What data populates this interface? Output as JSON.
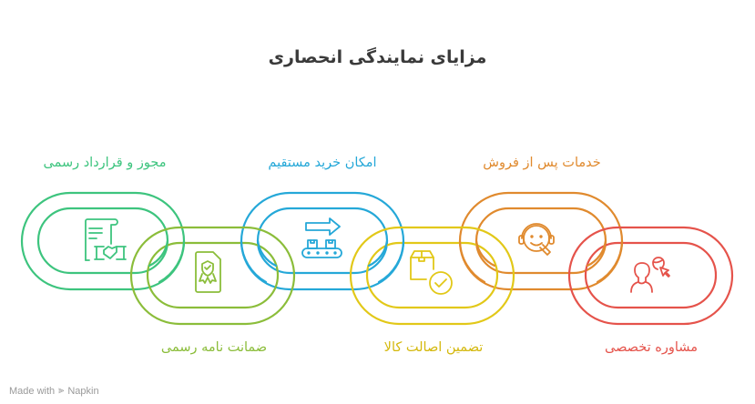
{
  "title": "مزایای نمایندگی انحصاری",
  "links": [
    {
      "label": "مجوز و قرارداد رسمی",
      "color": "#3dc47e",
      "icon": "contract-handshake-icon",
      "position": "top"
    },
    {
      "label": "ضمانت نامه رسمی",
      "color": "#8bbd3a",
      "icon": "certificate-badge-icon",
      "position": "bottom"
    },
    {
      "label": "امکان خرید مستقیم",
      "color": "#25a8d8",
      "icon": "conveyor-belt-icon",
      "position": "top"
    },
    {
      "label": "تضمین اصالت کالا",
      "color": "#e2c818",
      "icon": "box-check-icon",
      "position": "bottom"
    },
    {
      "label": "خدمات پس از فروش",
      "color": "#e08a2e",
      "icon": "headset-support-icon",
      "position": "top"
    },
    {
      "label": "مشاوره تخصصی",
      "color": "#e5534b",
      "icon": "consultation-icon",
      "position": "bottom"
    }
  ],
  "footer": {
    "made_with": "Made with",
    "brand": "Napkin"
  }
}
